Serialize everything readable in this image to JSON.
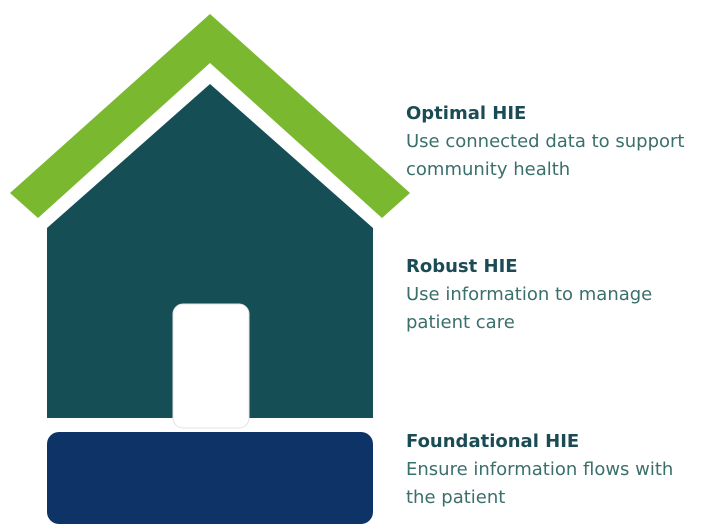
{
  "colors": {
    "roof": "#7ab82f",
    "house_body": "#154f55",
    "foundation": "#0e3467",
    "door": "#ffffff",
    "title_text": "#1b4c55",
    "desc_text": "#3a6f6b"
  },
  "levels": [
    {
      "title": "Optimal HIE",
      "description": "Use connected data to support\ncommunity health"
    },
    {
      "title": "Robust HIE",
      "description": "Use information to manage\npatient care"
    },
    {
      "title": "Foundational HIE",
      "description": "Ensure information flows with\nthe patient"
    }
  ]
}
